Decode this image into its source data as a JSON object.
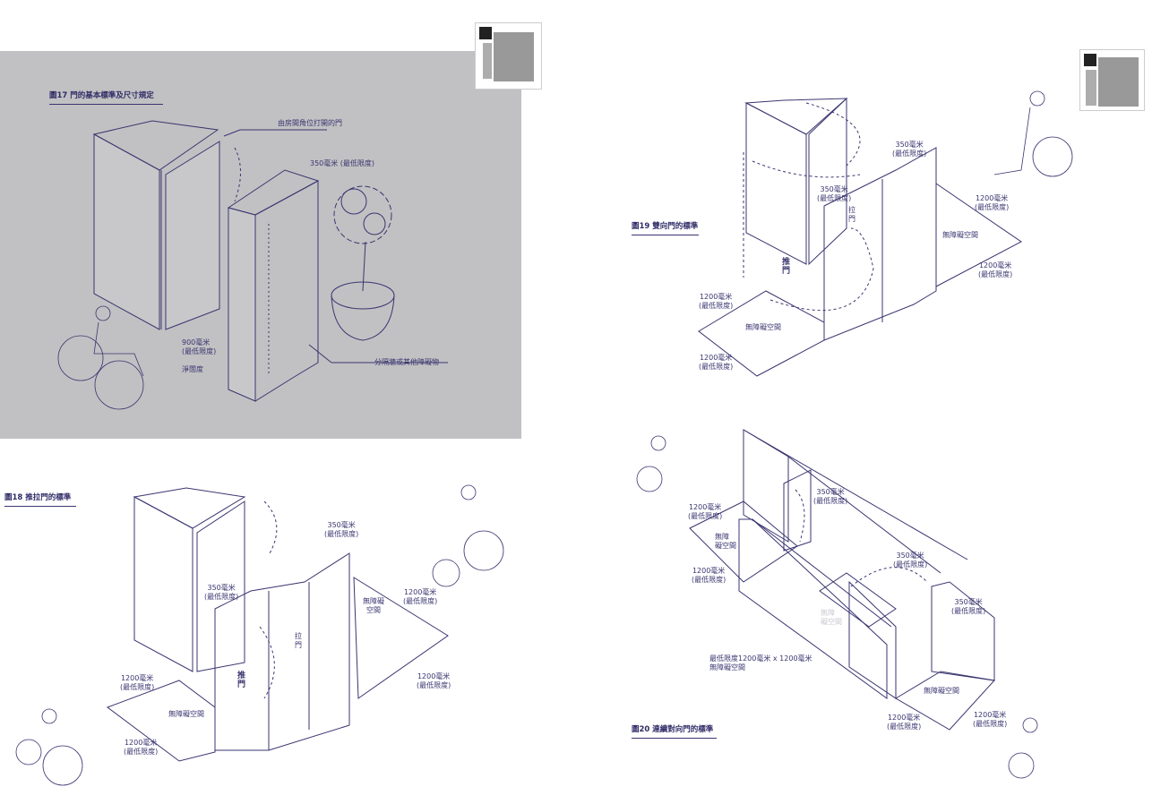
{
  "colors": {
    "line": "#3a3570",
    "panel": "#c1c1c3",
    "background": "#ffffff"
  },
  "fig17": {
    "title": "圖17 門的基本標準及尺寸規定",
    "door_label": "由房間角位打開的門",
    "side_clearance": "350毫米 (最低限度)",
    "width": "900毫米",
    "width_min": "(最低限度)",
    "clear_width": "淨闊度",
    "wall_label": "分隔牆或其他障礙物"
  },
  "fig18": {
    "title": "圖18 推拉門的標準",
    "d350a": "350毫米",
    "d350a_min": "(最低限度)",
    "d350b": "350毫米",
    "d350b_min": "(最低限度)",
    "space_right_1": "無障礙",
    "space_right_2": "空間",
    "d1200a": "1200毫米",
    "d1200a_min": "(最低限度)",
    "d1200b": "1200毫米",
    "d1200b_min": "(最低限度)",
    "d1200c": "1200毫米",
    "d1200c_min": "(最低限度)",
    "d1200d": "1200毫米",
    "d1200d_min": "(最低限度)",
    "space_left": "無障礙空間",
    "push": "推門",
    "pull": "拉門"
  },
  "fig19": {
    "title": "圖19 雙向門的標準",
    "d350a": "350毫米",
    "d350a_min": "(最低限度)",
    "d350b": "350毫米",
    "d350b_min": "(最低限度)",
    "d1200a": "1200毫米",
    "d1200a_min": "(最低限度)",
    "d1200b": "1200毫米",
    "d1200b_min": "(最低限度)",
    "d1200c": "1200毫米",
    "d1200c_min": "(最低限度)",
    "d1200d": "1200毫米",
    "d1200d_min": "(最低限度)",
    "space_right": "無障礙空間",
    "space_left": "無障礙空間",
    "push": "推門",
    "pull": "拉門"
  },
  "fig20": {
    "title": "圖20 連續對向門的標準",
    "d1200a": "1200毫米",
    "d1200a_min": "(最低限度)",
    "d1200b": "1200毫米",
    "d1200b_min": "(最低限度)",
    "d1200c": "1200毫米",
    "d1200c_min": "(最低限度)",
    "d1200d": "1200毫米",
    "d1200d_min": "(最低限度)",
    "space_left_1": "無障",
    "space_left_2": "礙空間",
    "d350a": "350毫米",
    "d350a_min": "(最低限度)",
    "d350b": "350毫米",
    "d350b_min": "(最低限度)",
    "d350c": "350毫米",
    "d350c_min": "(最低限度)",
    "space_mid_1": "無障",
    "space_mid_2": "礙空間",
    "min_note_1": "最低限度1200毫米 x 1200毫米",
    "min_note_2": "無障礙空間",
    "space_right": "無障礙空間"
  }
}
